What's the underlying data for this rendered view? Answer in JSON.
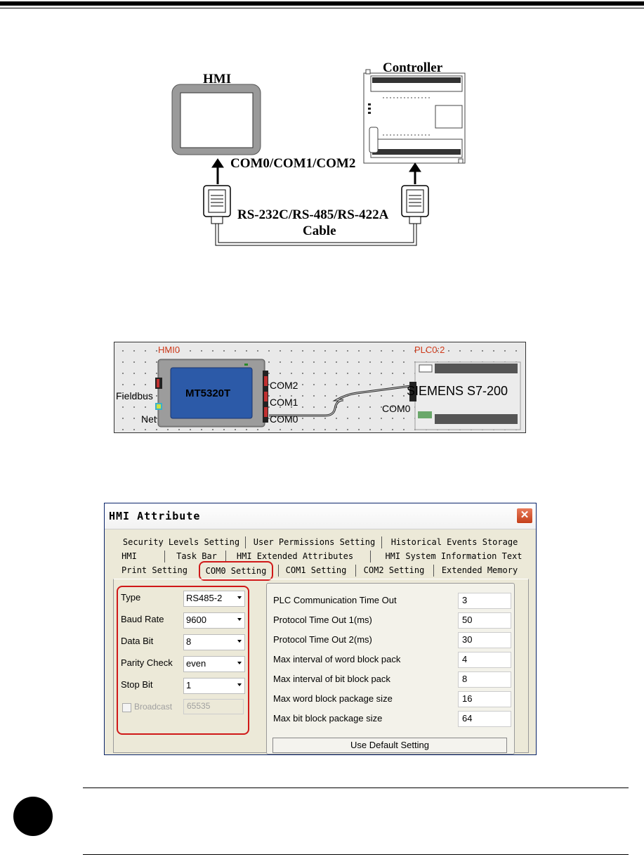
{
  "figure1": {
    "hmi_label": "HMI",
    "controller_label": "Controller",
    "port_label": "COM0/COM1/COM2",
    "cable_label_line1": "RS-232C/RS-485/RS-422A",
    "cable_label_line2": "Cable"
  },
  "figure2": {
    "hmi_name": "HMI0",
    "plc_name": "PLC0:2",
    "hmi_model": "MT5320T",
    "plc_model": "SIEMENS S7-200",
    "ports": {
      "fieldbus": "Fieldbus",
      "net": "Net",
      "com2": "COM2",
      "com1": "COM1",
      "com0": "COM0",
      "plc_com0": "COM0"
    }
  },
  "dialog": {
    "title": "HMI Attribute",
    "close_glyph": "✕",
    "tabs_row1": [
      "Security Levels Setting",
      "User Permissions Setting",
      "Historical Events Storage"
    ],
    "tabs_row2": [
      "HMI",
      "Task Bar",
      "HMI Extended Attributes",
      "HMI System Information Text"
    ],
    "tabs_row3": [
      "Print Setting",
      "COM0 Setting",
      "COM1 Setting",
      "COM2 Setting",
      "Extended Memory"
    ],
    "left_fields": [
      {
        "label": "Type",
        "value": "RS485-2"
      },
      {
        "label": "Baud Rate",
        "value": "9600"
      },
      {
        "label": "Data Bit",
        "value": "8"
      },
      {
        "label": "Parity Check",
        "value": "even"
      },
      {
        "label": "Stop Bit",
        "value": "1"
      }
    ],
    "broadcast": {
      "label": "Broadcast",
      "value": "65535"
    },
    "right_fields": [
      {
        "label": "PLC Communication Time Out",
        "value": "3"
      },
      {
        "label": "Protocol Time Out 1(ms)",
        "value": "50"
      },
      {
        "label": "Protocol Time Out 2(ms)",
        "value": "30"
      },
      {
        "label": "Max interval of word block pack",
        "value": "4"
      },
      {
        "label": "Max interval of bit block pack",
        "value": "8"
      },
      {
        "label": "Max word block package size",
        "value": "16"
      },
      {
        "label": "Max bit block package size",
        "value": "64"
      }
    ],
    "default_button": "Use Default Setting"
  },
  "colors": {
    "highlight_red": "#d01818",
    "node_label_red": "#d03a1a",
    "dialog_bg": "#ece9d8"
  }
}
